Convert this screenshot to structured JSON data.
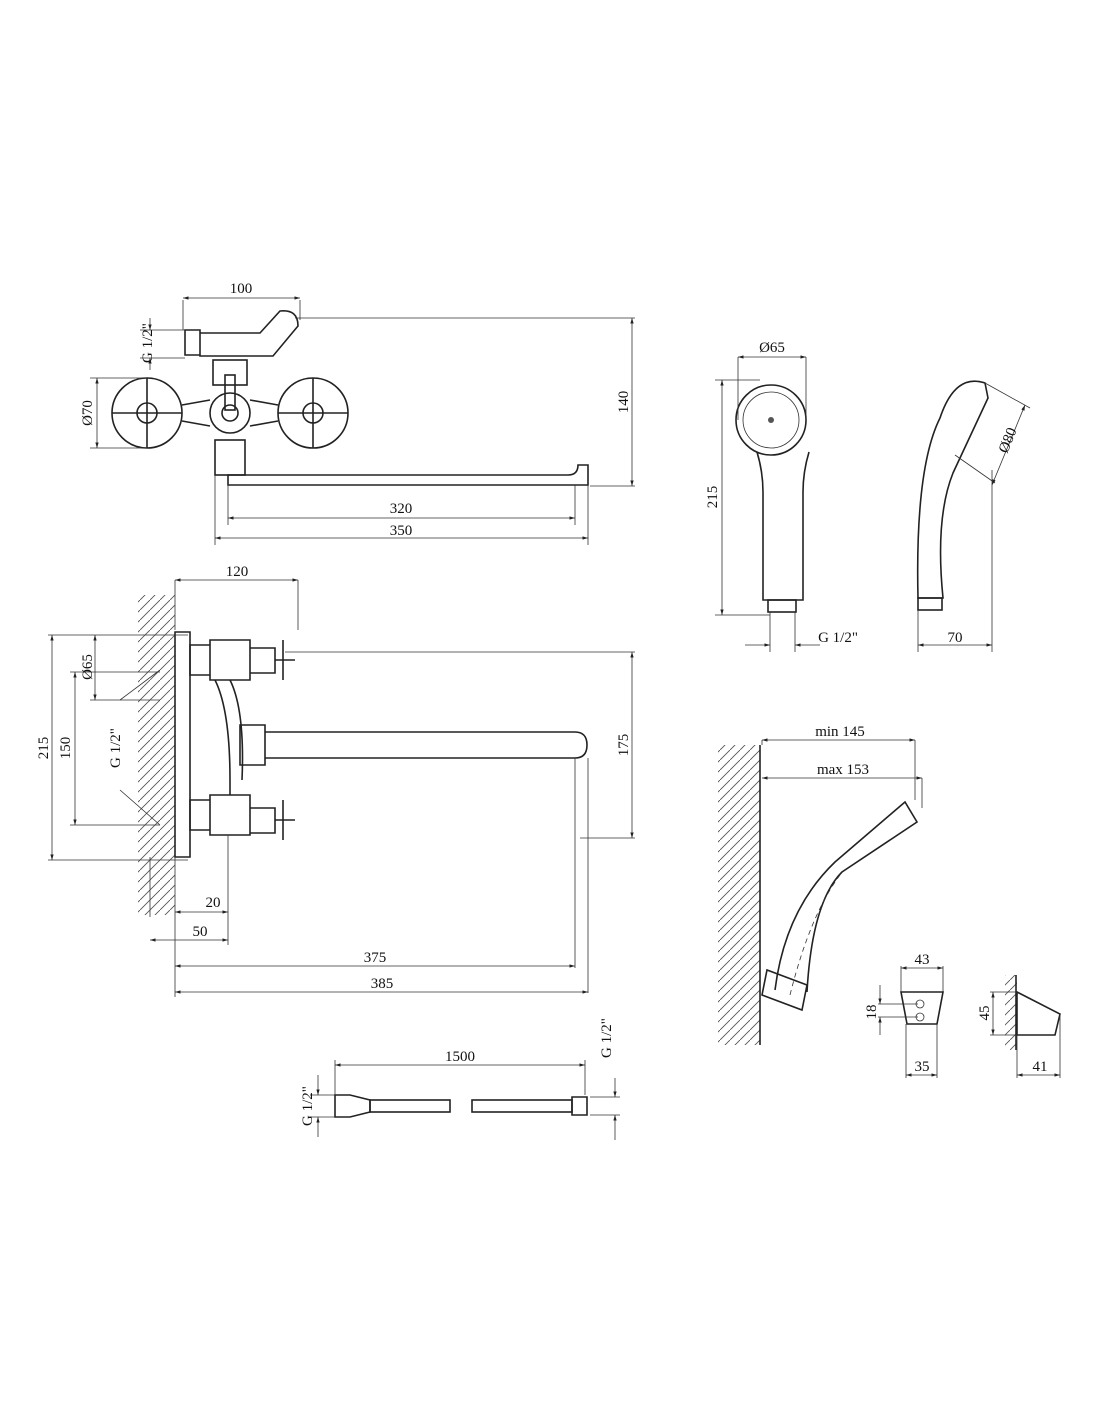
{
  "faucet_front": {
    "width_100": "100",
    "thread": "G 1/2\"",
    "wheel_dia": "Ø70",
    "height_140": "140",
    "spout_320": "320",
    "spout_350": "350"
  },
  "hand_shower": {
    "head_dia": "Ø65",
    "length": "215",
    "thread": "G 1/2\"",
    "depth": "70",
    "head_dia_side": "Ø80"
  },
  "faucet_side": {
    "depth_120": "120",
    "flange_dia": "Ø65",
    "height_215": "215",
    "centers_150": "150",
    "thread": "G 1/2\"",
    "height_175": "175",
    "d20": "20",
    "d50": "50",
    "reach_375": "375",
    "reach_385": "385"
  },
  "hose": {
    "length": "1500",
    "thread_left": "G 1/2\"",
    "thread_right": "G 1/2\""
  },
  "wall_mount": {
    "min": "min 145",
    "max": "max 153"
  },
  "holder": {
    "width_top": "43",
    "hole_spacing": "18",
    "width_bottom": "35",
    "height": "45",
    "depth": "41"
  }
}
